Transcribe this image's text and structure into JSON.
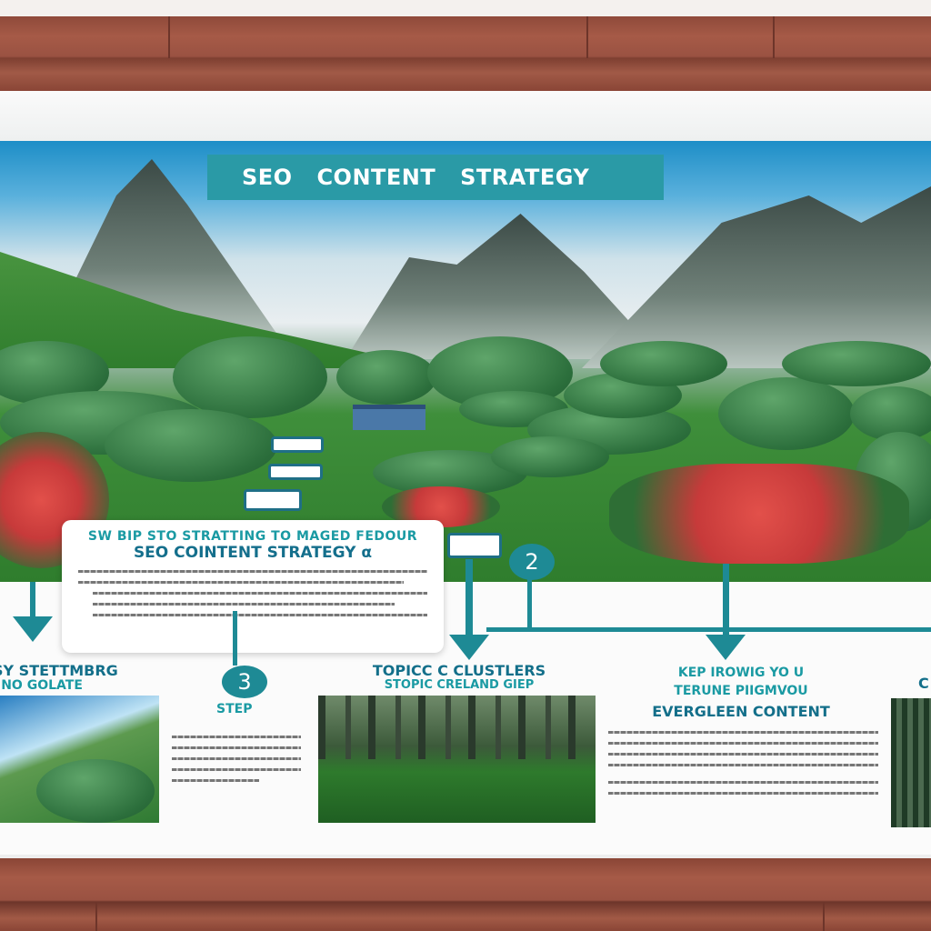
{
  "poster": {
    "title": "SEO   CONTENT STRATEGY",
    "intro_card": {
      "kicker": "SW BIP STO STRATTING TO MAGED FEDOUR",
      "heading": "SEO COINTENT STRATEGY α"
    },
    "steps": [
      {
        "number": "3",
        "label": "STEP",
        "heading_1": "SY STETTMBRG",
        "heading_2": "INO GOLATE"
      },
      {
        "number": "2",
        "heading_1": "TOPICC C CLUSTLERS",
        "heading_2": "STOPIC CRELAND GIEP"
      },
      {
        "heading_1": "KEP IROWIG YO U",
        "heading_2": "TERUNE PIIGMVOU",
        "heading_3": "EVERGLEEN CONTENT"
      }
    ],
    "partial_right_letter": "C",
    "colors": {
      "teal": "#1e8a95",
      "dark_teal": "#136f8a",
      "wood": "#9a5242"
    }
  }
}
